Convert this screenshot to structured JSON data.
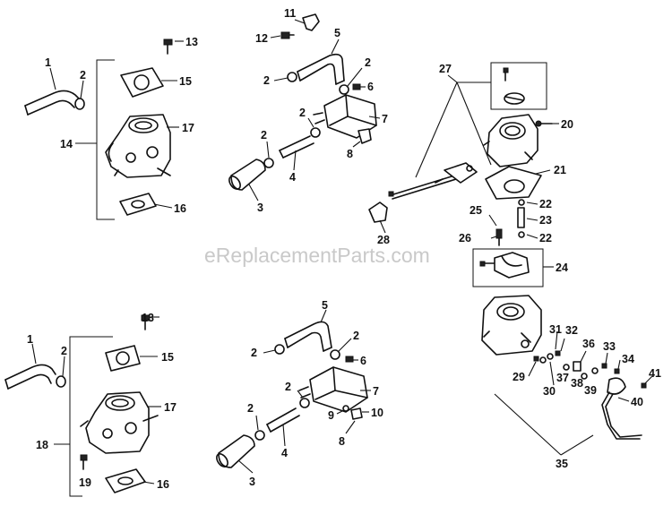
{
  "watermark": "eReplacementParts.com",
  "callouts": {
    "c1a": "1",
    "c2a": "2",
    "c13a": "13",
    "c15a": "15",
    "c14": "14",
    "c17a": "17",
    "c16a": "16",
    "c11": "11",
    "c12": "12",
    "c5a": "5",
    "c2b": "2",
    "c2c": "2",
    "c6a": "6",
    "c2d": "2",
    "c7a": "7",
    "c2e": "2",
    "c8a": "8",
    "c4a": "4",
    "c3a": "3",
    "c27": "27",
    "c20": "20",
    "c21": "21",
    "c22a": "22",
    "c25": "25",
    "c23": "23",
    "c26": "26",
    "c22b": "22",
    "c28": "28",
    "c24": "24",
    "c13b": "13",
    "c1b": "1",
    "c2f": "2",
    "c15b": "15",
    "c17b": "17",
    "c18": "18",
    "c19": "19",
    "c16b": "16",
    "c5b": "5",
    "c2g": "2",
    "c2h": "2",
    "c6b": "6",
    "c2i": "2",
    "c7b": "7",
    "c9": "9",
    "c10": "10",
    "c8b": "8",
    "c2j": "2",
    "c4b": "4",
    "c3b": "3",
    "c31": "31",
    "c32": "32",
    "c36": "36",
    "c33": "33",
    "c34": "34",
    "c41": "41",
    "c29": "29",
    "c30": "30",
    "c37": "37",
    "c38": "38",
    "c39": "39",
    "c40": "40",
    "c35": "35"
  }
}
